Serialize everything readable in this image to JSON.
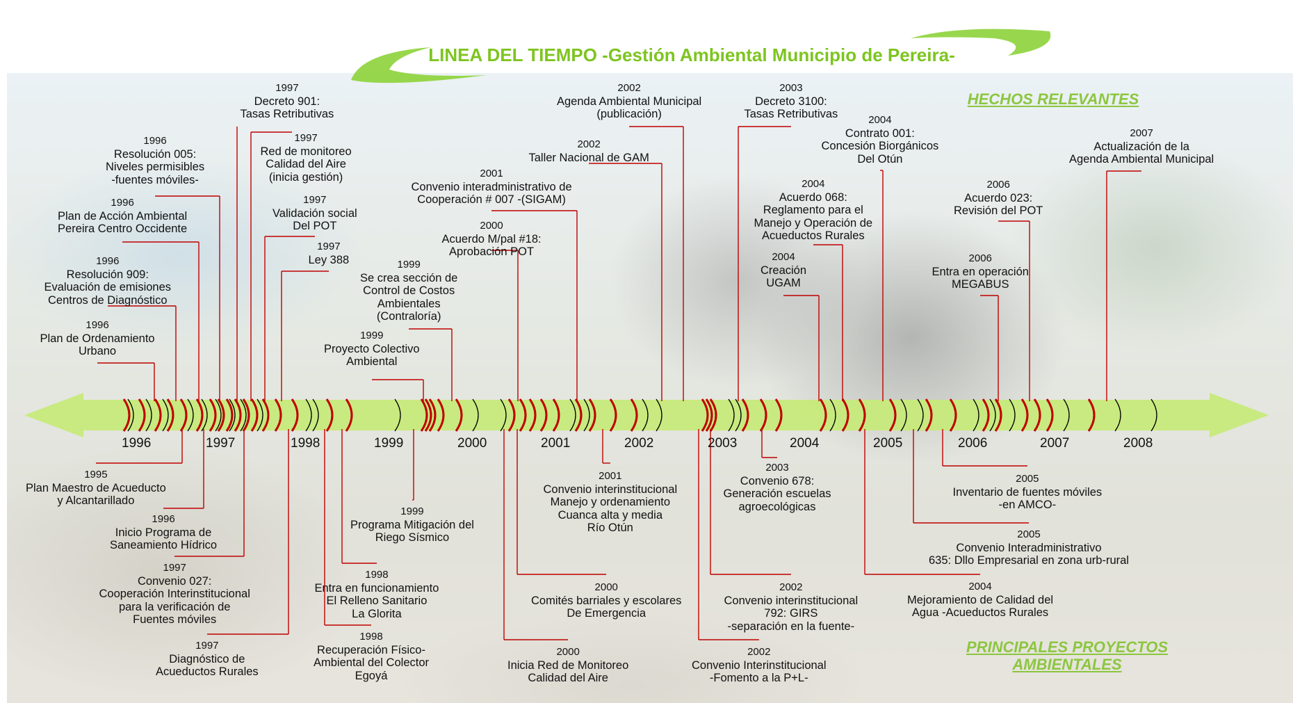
{
  "title": "LINEA DEL TIEMPO -Gestión Ambiental Municipio de Pereira-",
  "sections": {
    "top": "HECHOS RELEVANTES",
    "bottom": "PRINCIPALES PROYECTOS\nAMBIENTALES"
  },
  "colors": {
    "title": "#7dc51f",
    "section": "#8cc63f",
    "arrow": "#c6ea7a",
    "connector": "#c00000"
  },
  "axis_years": [
    "1996",
    "1997",
    "1998",
    "1999",
    "2000",
    "2001",
    "2002",
    "2003",
    "2004",
    "2005",
    "2006",
    "2007",
    "2008"
  ],
  "top_events": [
    {
      "year": "1997",
      "text": "Decreto 901:\nTasas Retributivas"
    },
    {
      "year": "1996",
      "text": "Resolución 005:\nNiveles permisibles\n-fuentes móviles-"
    },
    {
      "year": "1997",
      "text": "Red de monitoreo\nCalidad del Aire\n(inicia gestión)"
    },
    {
      "year": "1996",
      "text": "Plan de Acción Ambiental\nPereira Centro Occidente"
    },
    {
      "year": "1997",
      "text": "Validación social\nDel POT"
    },
    {
      "year": "1997",
      "text": "Ley 388"
    },
    {
      "year": "1996",
      "text": "Resolución 909:\nEvaluación de emisiones\nCentros de Diagnóstico"
    },
    {
      "year": "1996",
      "text": "Plan de Ordenamiento\nUrbano"
    },
    {
      "year": "1999",
      "text": "Se crea sección de\nControl de Costos\nAmbientales\n(Contraloría)"
    },
    {
      "year": "1999",
      "text": "Proyecto Colectivo\nAmbiental"
    },
    {
      "year": "2000",
      "text": "Acuerdo M/pal #18:\nAprobación POT"
    },
    {
      "year": "2001",
      "text": "Convenio interadministrativo de\nCooperación # 007 -(SIGAM)"
    },
    {
      "year": "2002",
      "text": "Taller Nacional de GAM"
    },
    {
      "year": "2002",
      "text": "Agenda Ambiental Municipal\n(publicación)"
    },
    {
      "year": "2003",
      "text": "Decreto 3100:\nTasas Retributivas"
    },
    {
      "year": "2004",
      "text": "Contrato 001:\nConcesión Biorgánicos\nDel Otún"
    },
    {
      "year": "2004",
      "text": "Acuerdo 068:\nReglamento para el\nManejo y Operación de\nAcueductos Rurales"
    },
    {
      "year": "2004",
      "text": "Creación\nUGAM"
    },
    {
      "year": "2006",
      "text": "Acuerdo 023:\nRevisión del POT"
    },
    {
      "year": "2006",
      "text": "Entra en operación\nMEGABUS"
    },
    {
      "year": "2007",
      "text": "Actualización de la\nAgenda Ambiental Municipal"
    }
  ],
  "bottom_events": [
    {
      "year": "1995",
      "text": "Plan Maestro de Acueducto\ny Alcantarillado"
    },
    {
      "year": "1996",
      "text": "Inicio Programa de\nSaneamiento Hídrico"
    },
    {
      "year": "1997",
      "text": "Convenio 027:\nCooperación Interinstitucional\npara la verificación de\nFuentes móviles"
    },
    {
      "year": "1997",
      "text": "Diagnóstico de\nAcueductos Rurales"
    },
    {
      "year": "1998",
      "text": "Entra en funcionamiento\nEl Relleno Sanitario\nLa Glorita"
    },
    {
      "year": "1998",
      "text": "Recuperación Físico-\nAmbiental del Colector\nEgoyá"
    },
    {
      "year": "1999",
      "text": "Programa Mitigación del\nRiego Sísmico"
    },
    {
      "year": "2001",
      "text": "Convenio interinstitucional\nManejo y ordenamiento\nCuanca alta y media\nRío Otún"
    },
    {
      "year": "2000",
      "text": "Comités barriales y escolares\nDe Emergencia"
    },
    {
      "year": "2000",
      "text": "Inicia Red de Monitoreo\nCalidad del Aire"
    },
    {
      "year": "2003",
      "text": "Convenio 678:\nGeneración escuelas\nagroecológicas"
    },
    {
      "year": "2002",
      "text": "Convenio interinstitucional\n792: GIRS\n-separación en la fuente-"
    },
    {
      "year": "2002",
      "text": "Convenio Interinstitucional\n-Fomento a la P+L-"
    },
    {
      "year": "2005",
      "text": "Inventario de fuentes móviles\n-en AMCO-"
    },
    {
      "year": "2005",
      "text": "Convenio Interadministrativo\n635: Dllo Empresarial en zona urb-rural"
    },
    {
      "year": "2004",
      "text": "Mejoramiento de Calidad del\nAgua -Acueductos Rurales"
    }
  ]
}
